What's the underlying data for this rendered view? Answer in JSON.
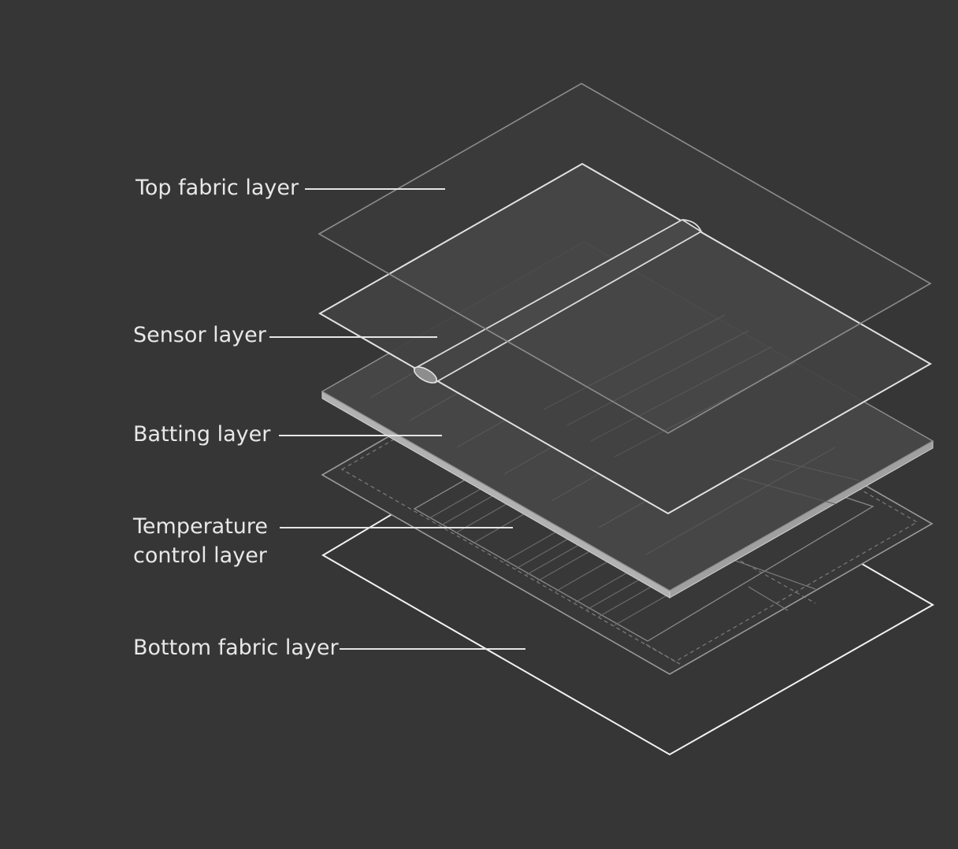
{
  "diagram": {
    "background": "#363636",
    "line_color": "#e6e6e6",
    "labels": {
      "top_fabric": "Top fabric layer",
      "sensor": "Sensor layer",
      "batting": "Batting layer",
      "temperature_line1": "Temperature",
      "temperature_line2": "control layer",
      "bottom_fabric": "Bottom fabric layer"
    }
  }
}
